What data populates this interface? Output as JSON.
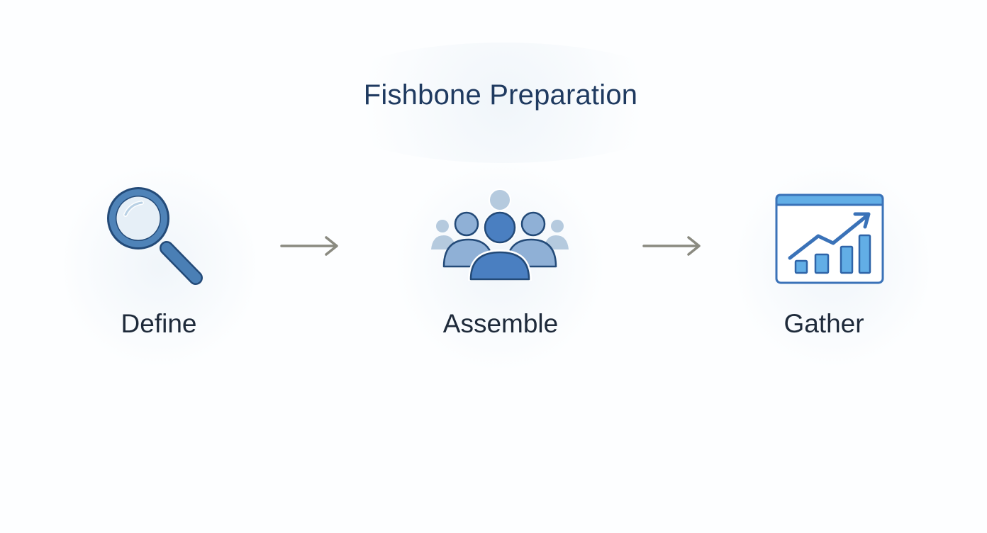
{
  "title": "Fishbone Preparation",
  "steps": [
    {
      "label": "Define",
      "icon": "magnifying-glass-icon"
    },
    {
      "label": "Assemble",
      "icon": "team-group-icon"
    },
    {
      "label": "Gather",
      "icon": "growth-chart-icon"
    }
  ],
  "connectors": [
    {
      "from": "Define",
      "to": "Assemble",
      "icon": "arrow-right-icon"
    },
    {
      "from": "Assemble",
      "to": "Gather",
      "icon": "arrow-right-icon"
    }
  ],
  "colors": {
    "title": "#1f3a60",
    "label": "#1e2a3a",
    "icon_primary": "#4a7fb5",
    "icon_outline": "#234a78",
    "arrow": "#8a8a80",
    "chart_accent": "#58b0e6"
  }
}
